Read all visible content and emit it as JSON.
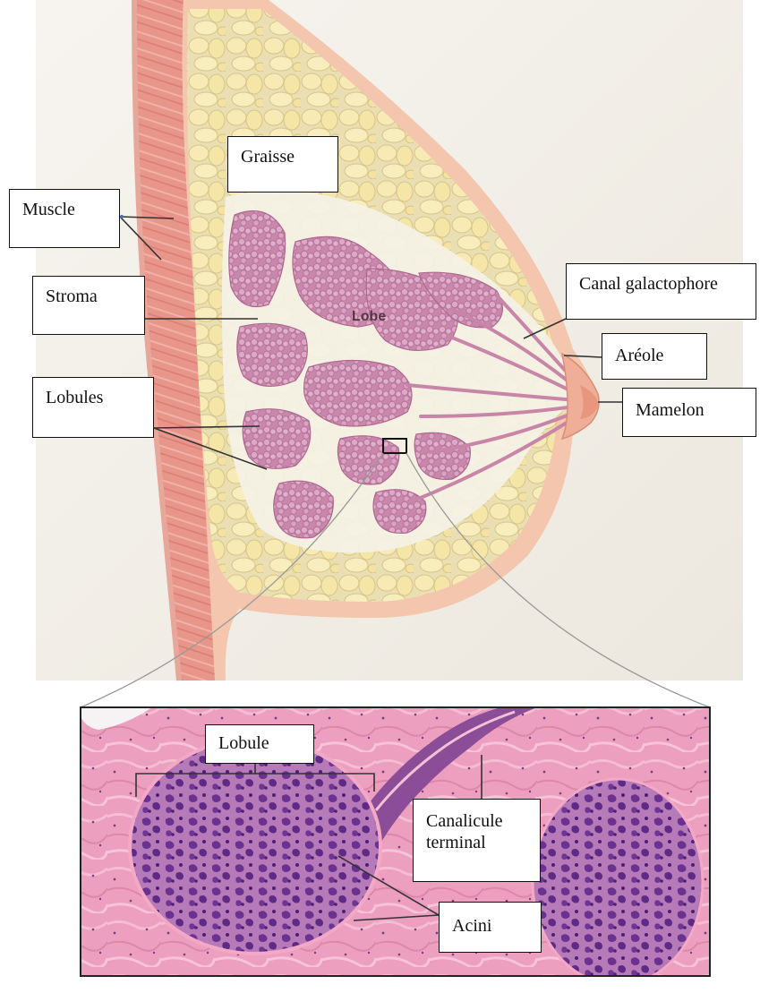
{
  "diagram": {
    "anatomy_labels": {
      "graisse": "Graisse",
      "muscle": "Muscle",
      "stroma": "Stroma",
      "lobe": "Lobe",
      "lobules": "Lobules",
      "canal_galactophore": "Canal galactophore",
      "areole": "Aréole",
      "mamelon": "Mamelon"
    },
    "histology_labels": {
      "lobule": "Lobule",
      "canalicule_terminal": "Canalicule\nterminal",
      "acini": "Acini"
    },
    "colors": {
      "skin": "#f3c9b2",
      "muscle": "#e9968a",
      "fat": "#f2e3a6",
      "gland": "#d9a0bf",
      "stroma": "#f3f1e6",
      "he_stain_pink": "#eb9fbf",
      "he_stain_purple": "#6e3a8c"
    }
  }
}
